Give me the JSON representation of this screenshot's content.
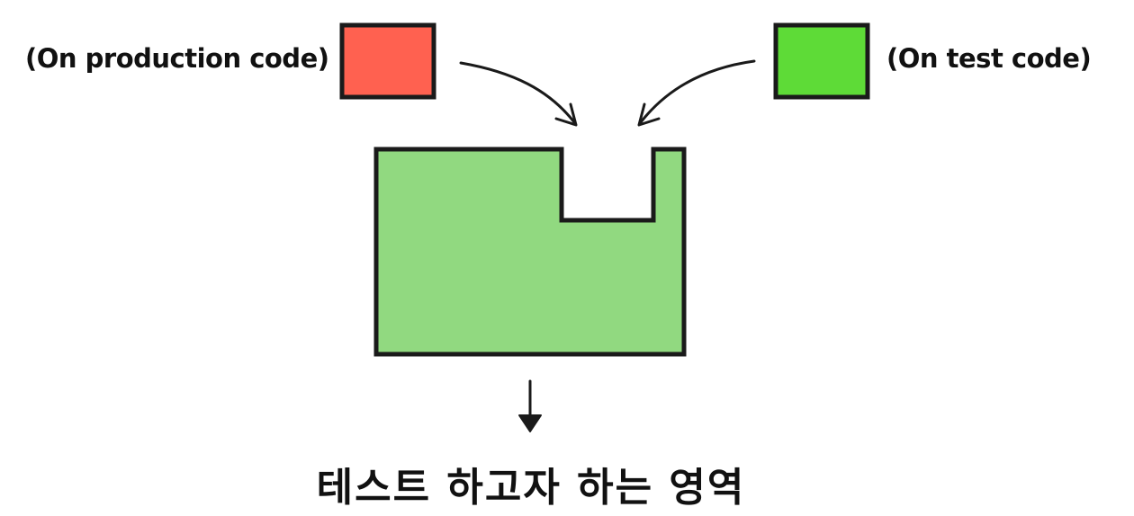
{
  "labels": {
    "production": "(On production code)",
    "test": "(On test code)",
    "target_area": "테스트 하고자 하는 영역"
  },
  "colors": {
    "production_box": "#FF6150",
    "test_box": "#5EDB37",
    "target_shape": "#91D980",
    "stroke": "#1a1a1a"
  }
}
